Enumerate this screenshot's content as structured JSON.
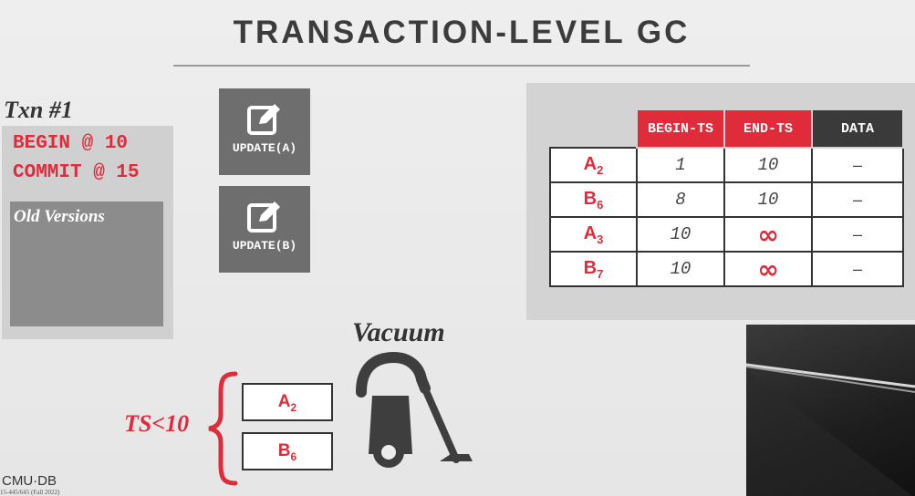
{
  "slide": {
    "title": "TRANSACTION-LEVEL GC",
    "txn": {
      "label": "Txn #1",
      "begin": "BEGIN @ 10",
      "commit": "COMMIT @ 15",
      "old_versions_label": "Old Versions"
    },
    "updates": [
      {
        "label": "UPDATE(A)",
        "icon": "edit-icon"
      },
      {
        "label": "UPDATE(B)",
        "icon": "edit-icon"
      }
    ],
    "version_table": {
      "headers": [
        "BEGIN-TS",
        "END-TS",
        "DATA"
      ],
      "rows": [
        {
          "key": "A",
          "sub": "2",
          "begin": "1",
          "end": "10",
          "data": "–"
        },
        {
          "key": "B",
          "sub": "6",
          "begin": "8",
          "end": "10",
          "data": "–"
        },
        {
          "key": "A",
          "sub": "3",
          "begin": "10",
          "end": "∞",
          "data": "–"
        },
        {
          "key": "B",
          "sub": "7",
          "begin": "10",
          "end": "∞",
          "data": "–"
        }
      ]
    },
    "vacuum_label": "Vacuum",
    "gc_condition": "TS<10",
    "gc_items": [
      {
        "key": "A",
        "sub": "2"
      },
      {
        "key": "B",
        "sub": "6"
      }
    ],
    "logo": "CMU·DB",
    "logo_sub": "15-445/645 (Fall 2022)"
  },
  "colors": {
    "accent_red": "#e02b3a",
    "dark_header": "#3a3a3a",
    "title_text": "#3c3c3c",
    "update_tile": "#6e6e6e",
    "old_versions_box": "#8c8c8c"
  }
}
